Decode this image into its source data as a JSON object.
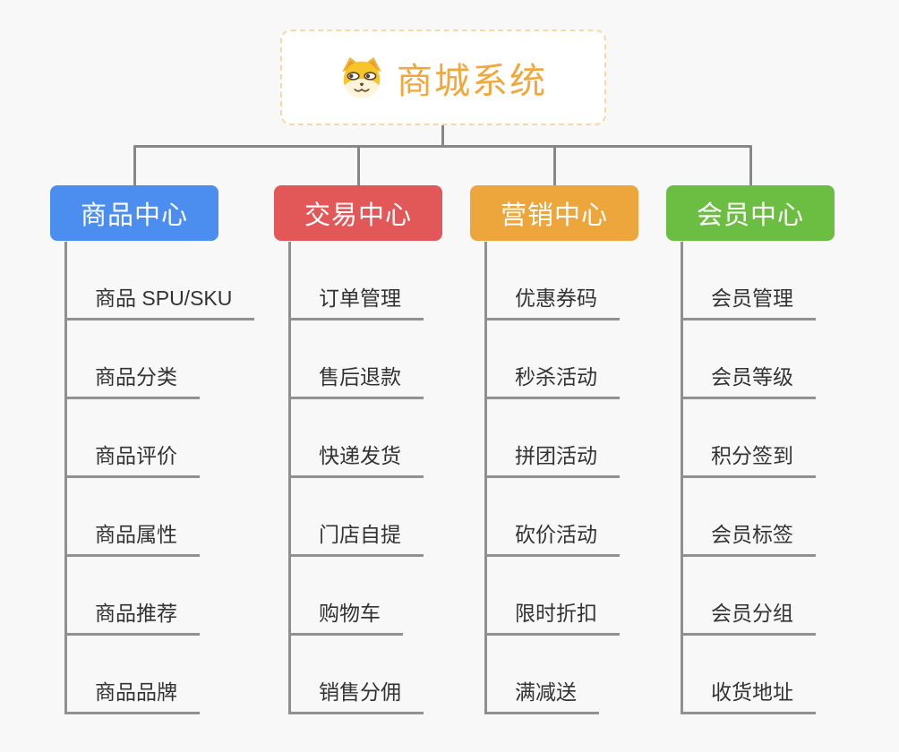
{
  "root": {
    "title": "商城系统",
    "icon": "dog-icon"
  },
  "colors": {
    "root_text": "#f0a73c",
    "root_border": "#f6d8a2",
    "connector": "#878787",
    "leaf_text": "#333333",
    "background": "#f8f8f9"
  },
  "branches": [
    {
      "label": "商品中心",
      "color": "#4b8ef0",
      "children": [
        "商品 SPU/SKU",
        "商品分类",
        "商品评价",
        "商品属性",
        "商品推荐",
        "商品品牌"
      ]
    },
    {
      "label": "交易中心",
      "color": "#e25858",
      "children": [
        "订单管理",
        "售后退款",
        "快递发货",
        "门店自提",
        "购物车",
        "销售分佣"
      ]
    },
    {
      "label": "营销中心",
      "color": "#eca63b",
      "children": [
        "优惠券码",
        "秒杀活动",
        "拼团活动",
        "砍价活动",
        "限时折扣",
        "满减送"
      ]
    },
    {
      "label": "会员中心",
      "color": "#6cbe42",
      "children": [
        "会员管理",
        "会员等级",
        "积分签到",
        "会员标签",
        "会员分组",
        "收货地址"
      ]
    }
  ]
}
